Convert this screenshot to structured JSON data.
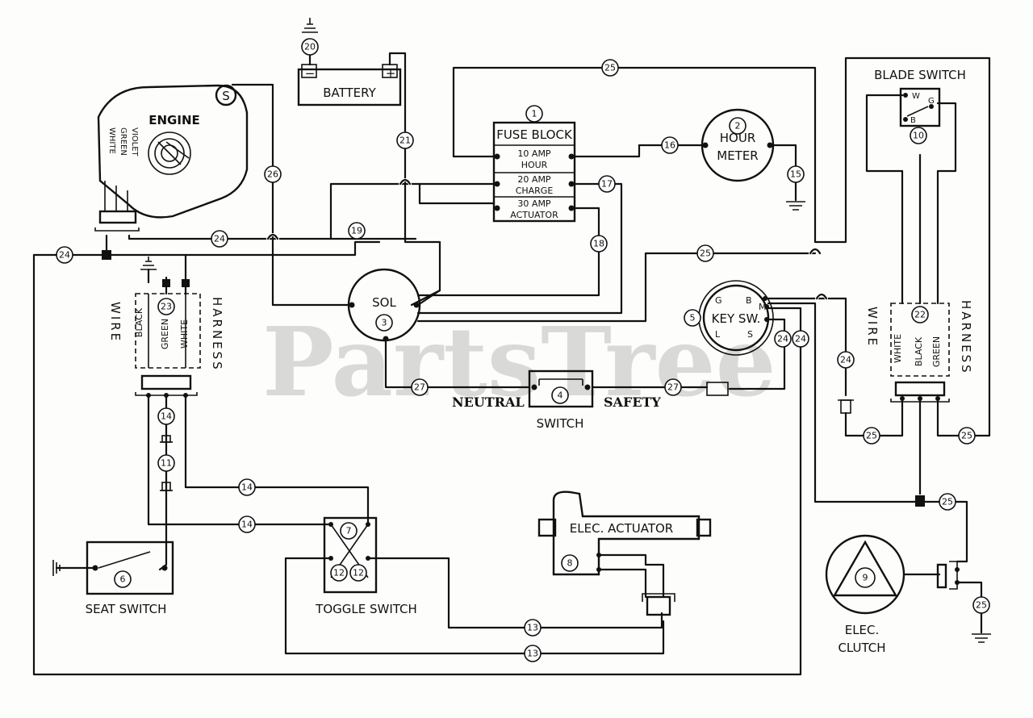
{
  "labels": {
    "engine": "ENGINE",
    "engine_s": "S",
    "engine_wires": [
      "WHITE",
      "GREEN",
      "VIOLET"
    ],
    "battery": "BATTERY",
    "battery_neg": "−",
    "battery_pos": "+",
    "fuse_block": "FUSE BLOCK",
    "fuse_10_a": "10 AMP",
    "fuse_10_b": "HOUR",
    "fuse_20_a": "20 AMP",
    "fuse_20_b": "CHARGE",
    "fuse_30_a": "30 AMP",
    "fuse_30_b": "ACTUATOR",
    "hour_a": "HOUR",
    "hour_b": "METER",
    "blade_switch": "BLADE SWITCH",
    "blade_w": "W",
    "blade_g": "G",
    "blade_b": "B",
    "sol": "SOL",
    "key_sw": "KEY SW.",
    "key_g": "G",
    "key_b": "B",
    "key_m": "M",
    "key_l": "L",
    "key_s": "S",
    "wire_left": "WIRE",
    "harness_left": "HARNESS",
    "wire_right": "WIRE",
    "harness_right": "HARNESS",
    "harness_left_colors": [
      "BLACK",
      "GREEN",
      "WHITE"
    ],
    "harness_right_colors": [
      "WHITE",
      "BLACK",
      "GREEN"
    ],
    "neutral": "NEUTRAL",
    "safety": "SAFETY",
    "switch": "SWITCH",
    "seat_switch": "SEAT SWITCH",
    "toggle_switch": "TOGGLE SWITCH",
    "elec_actuator": "ELEC. ACTUATOR",
    "elec_clutch_a": "ELEC.",
    "elec_clutch_b": "CLUTCH",
    "watermark": "PartsTree"
  },
  "bubbles": {
    "b1": "1",
    "b2": "2",
    "b3": "3",
    "b4": "4",
    "b5": "5",
    "b6": "6",
    "b7": "7",
    "b8": "8",
    "b9": "9",
    "b10": "10",
    "b11": "11",
    "b12a": "12",
    "b12b": "12",
    "b13a": "13",
    "b13b": "13",
    "b14a": "14",
    "b14b": "14",
    "b14c": "14",
    "b15": "15",
    "b16": "16",
    "b17": "17",
    "b18": "18",
    "b19": "19",
    "b20": "20",
    "b21": "21",
    "b22": "22",
    "b23": "23",
    "b24a": "24",
    "b24b": "24",
    "b24c": "24",
    "b24d": "24",
    "b24e": "24",
    "b25a": "25",
    "b25b": "25",
    "b25c": "25",
    "b25d": "25",
    "b25e": "25",
    "b25f": "25",
    "b26": "26",
    "b27a": "27",
    "b27b": "27"
  }
}
